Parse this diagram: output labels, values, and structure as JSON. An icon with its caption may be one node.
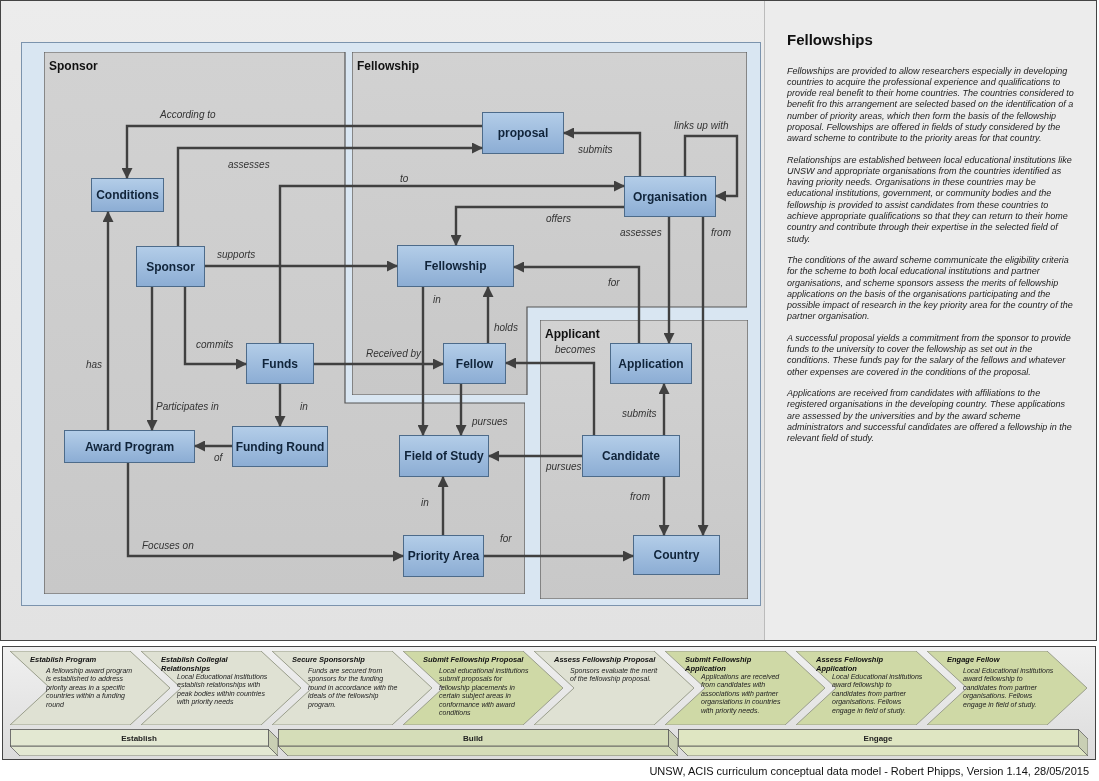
{
  "diagram": {
    "title": "Fellowships",
    "caption": "UNSW, ACIS curriculum conceptual data model - Robert Phipps, Version 1.14, 28/05/2015",
    "nodes": [
      {
        "text": [
          "Sponsor"
        ]
      },
      {
        "text": [
          "Conditions"
        ],
        "in": 0
      },
      {
        "text": [
          "Sponsor"
        ],
        "in": 0
      },
      {
        "text": [
          "Funds"
        ],
        "in": 0
      },
      {
        "text": [
          "Award Program"
        ],
        "in": 0
      },
      {
        "text": [
          "Funding Round"
        ],
        "in": 0
      },
      {
        "text": [
          "Field of Study"
        ],
        "in": 0
      },
      {
        "text": [
          "Priority Area"
        ],
        "in": 0
      },
      {
        "text": [
          "Fellowship"
        ]
      },
      {
        "text": [
          "proposal"
        ],
        "in": 8
      },
      {
        "text": [
          "Organisation"
        ],
        "in": 8
      },
      {
        "text": [
          "Fellowship"
        ],
        "in": 8
      },
      {
        "text": [
          "Fellow"
        ],
        "in": 8
      },
      {
        "text": [
          "Applicant"
        ]
      },
      {
        "text": [
          "Application"
        ],
        "in": 13
      },
      {
        "text": [
          "Candidate"
        ],
        "in": 13
      },
      {
        "text": [
          "Country"
        ],
        "in": 13
      },
      {
        "text": [
          "Establish Program",
          "A fellowship award program is established to address priority areas in a specific countries within a funding round"
        ]
      },
      {
        "text": [
          "Establish Collegial Relationships",
          "Local Educational institutions establish relationships with peak bodies within countries with priority needs"
        ]
      },
      {
        "text": [
          "Secure Sponsorship",
          "Funds are secured from sponsors for the funding round in accordance with the ideals of the fellowship program."
        ]
      },
      {
        "text": [
          "Submit Fellowship Proposal",
          "Local educational institutions submit proposals for fellowship placements in certain subject areas in conformance with award conditions"
        ]
      },
      {
        "text": [
          "Assess Fellowship Proposal",
          "Sponsors evaluate the merit of the fellowship proposal."
        ]
      },
      {
        "text": [
          "Submit Fellowship Application",
          "Applications are received from candidates with associations with partner organsiations in countries with priority needs."
        ]
      },
      {
        "text": [
          "Assess Fellowship Application",
          "Local Educational institutions award fellowship to candidates from partner organisations. Fellows engage in field of study."
        ]
      },
      {
        "text": [
          "Engage Fellow",
          "Local Educational institutions award fellowship to candidates from partner organisations. Fellows engage in field of study."
        ]
      },
      {
        "text": [
          "Establish"
        ]
      },
      {
        "text": [
          "Build"
        ]
      },
      {
        "text": [
          "Engage"
        ]
      }
    ],
    "edges": [
      {
        "from": 9,
        "to": 1,
        "arrow": "to",
        "label": "According to"
      },
      {
        "from": 2,
        "to": 9,
        "arrow": "to",
        "label": "assesses"
      },
      {
        "from": 3,
        "to": 10,
        "arrow": "to",
        "label": "to"
      },
      {
        "from": 2,
        "to": 11,
        "arrow": "to",
        "label": "supports"
      },
      {
        "from": 2,
        "to": 3,
        "arrow": "to",
        "label": "commits"
      },
      {
        "from": 2,
        "to": 4,
        "arrow": "to",
        "label": "Participates in"
      },
      {
        "from": 4,
        "to": 1,
        "arrow": "to",
        "label": "has"
      },
      {
        "from": 3,
        "to": 5,
        "arrow": "to",
        "label": "in"
      },
      {
        "from": 5,
        "to": 4,
        "arrow": "to",
        "label": "of"
      },
      {
        "from": 4,
        "to": 7,
        "arrow": "to",
        "label": "Focuses on"
      },
      {
        "from": 3,
        "to": 12,
        "arrow": "to",
        "label": "Received by"
      },
      {
        "from": 10,
        "to": 9,
        "arrow": "to",
        "label": "submits"
      },
      {
        "from": 10,
        "to": 10,
        "arrow": "to",
        "label": "links up with"
      },
      {
        "from": 10,
        "to": 11,
        "arrow": "to",
        "label": "offers"
      },
      {
        "from": 10,
        "to": 14,
        "arrow": "to",
        "label": "assesses"
      },
      {
        "from": 10,
        "to": 16,
        "arrow": "to",
        "label": "from"
      },
      {
        "from": 14,
        "to": 11,
        "arrow": "to",
        "label": "for"
      },
      {
        "from": 11,
        "to": 6,
        "arrow": "to",
        "label": "in"
      },
      {
        "from": 12,
        "to": 11,
        "arrow": "to",
        "label": "holds"
      },
      {
        "from": 12,
        "to": 6,
        "arrow": "to",
        "label": "pursues"
      },
      {
        "from": 15,
        "to": 12,
        "arrow": "to",
        "label": "becomes"
      },
      {
        "from": 15,
        "to": 14,
        "arrow": "to",
        "label": "submits"
      },
      {
        "from": 15,
        "to": 6,
        "arrow": "to",
        "label": "pursues"
      },
      {
        "from": 15,
        "to": 16,
        "arrow": "to",
        "label": "from"
      },
      {
        "from": 7,
        "to": 6,
        "arrow": "to",
        "label": "in"
      },
      {
        "from": 7,
        "to": 16,
        "arrow": "to",
        "label": "for"
      }
    ],
    "labels": [
      "Fellowships are provided to allow researchers especially in developing countries to acquire the professional experience and qualifications to provide real benefit to their home countries. The countries considered to benefit fro this arrangement are selected based on the identification of a number of priority areas, which then form the basis of the fellowship proposal. Fellowships are offered in fields of study considered by the award scheme to contribute to the priority areas for that country.",
      "Relationships are established between local educational institutions like UNSW and appropriate organisations from the countries identified as having priority needs. Organisations in these countries may be educational institutions, government, or community bodies and the fellowship is provided to assist candidates from these countries to achieve appropriate qualifications so that they can return to their home country and contribute through their expertise in the selected field of study.",
      "The conditions of the award scheme communicate the eligibility criteria for the scheme to both local educational institutions and partner organisations, and scheme sponsors assess the merits of fellowship applications on the basis of the organisations participating and the possible impact of research in the key priority area for the country of the partner organisation.",
      "A successful proposal yields a commitment from the sponsor to provide funds to the university to cover the fellowship as set out in the conditions. These funds pay for the salary of the fellows and whatever other expenses are covered in the conditions of the proposal.",
      "Applications are received from candidates with affiliations to the registered organisations in the developing country. These applications are assessed by the universities and by the award scheme administrators and successful candidates are offered a fellowship in the relevant field of study."
    ]
  }
}
